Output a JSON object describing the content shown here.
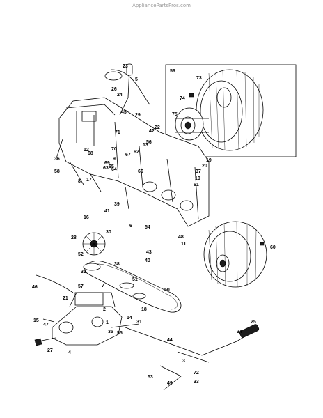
{
  "watermark": "AppliancePartsPros.com",
  "callouts": [
    "1",
    "2",
    "3",
    "4",
    "5",
    "6",
    "7",
    "8",
    "9",
    "10",
    "11",
    "12",
    "13",
    "14",
    "15",
    "16",
    "17",
    "18",
    "19",
    "20",
    "21",
    "22",
    "23",
    "24",
    "25",
    "26",
    "27",
    "28",
    "29",
    "30",
    "31",
    "32",
    "33",
    "34",
    "35",
    "36",
    "37",
    "38",
    "39",
    "40",
    "41",
    "42",
    "43",
    "44",
    "45",
    "46",
    "47",
    "48",
    "49",
    "50",
    "51",
    "52",
    "53",
    "54",
    "55",
    "56",
    "57",
    "58",
    "59",
    "60",
    "61",
    "62",
    "63",
    "64",
    "65",
    "66",
    "67",
    "68",
    "69",
    "70",
    "71",
    "72",
    "73",
    "74",
    "75"
  ]
}
